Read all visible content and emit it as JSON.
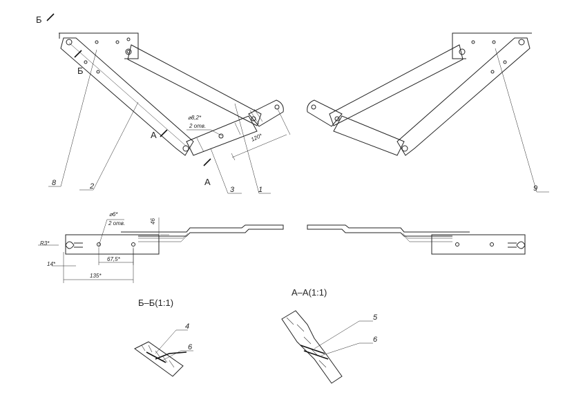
{
  "drawing": {
    "section_marks": {
      "b": "Б",
      "a": "А"
    },
    "part_numbers": {
      "p1": "1",
      "p2": "2",
      "p3": "3",
      "p4": "4",
      "p5": "5",
      "p6": "6",
      "p8": "8",
      "p9": "9"
    },
    "top_view_dims": {
      "hole_dia": "⌀8,2*",
      "hole_count": "2 отв.",
      "length": "120*"
    },
    "side_view_dims": {
      "hole_dia": "⌀6*",
      "hole_count": "2 отв.",
      "height": "46",
      "radius": "R3*",
      "d14": "14*",
      "d67": "67,5*",
      "d135": "135*"
    },
    "section_titles": {
      "bb": "Б–Б(1:1)",
      "aa": "А–А(1:1)"
    }
  }
}
